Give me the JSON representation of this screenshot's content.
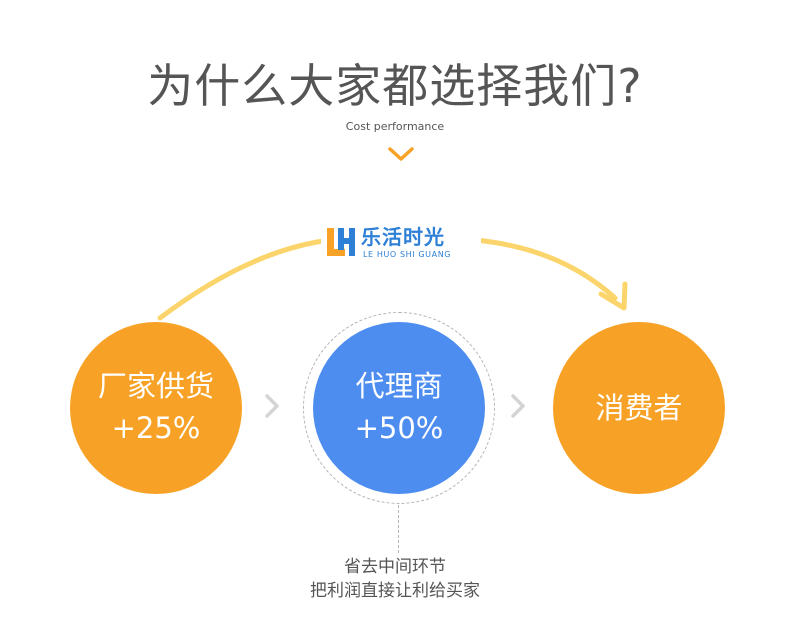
{
  "header": {
    "title": "为什么大家都选择我们?",
    "subtitle": "Cost performance"
  },
  "logo": {
    "name_cn": "乐活时光",
    "name_en": "LE HUO SHI GUANG"
  },
  "flow": {
    "factory": {
      "name": "厂家供货",
      "markup": "+25%"
    },
    "agent": {
      "name": "代理商",
      "markup": "+50%"
    },
    "consumer": {
      "name": "消费者"
    }
  },
  "note": {
    "main": "省去中间环节",
    "sub": "把利润直接让利给买家"
  },
  "colors": {
    "orange": "#f7a226",
    "blue": "#4e8df0",
    "arc_yellow": "#fbd56b",
    "text_gray": "#555555",
    "logo_blue": "#2e7fd6"
  },
  "icons": {
    "header_chevron": "chevron-down-icon",
    "flow_separator": "chevron-right-icon",
    "arc_arrow": "arrow-head-icon"
  }
}
